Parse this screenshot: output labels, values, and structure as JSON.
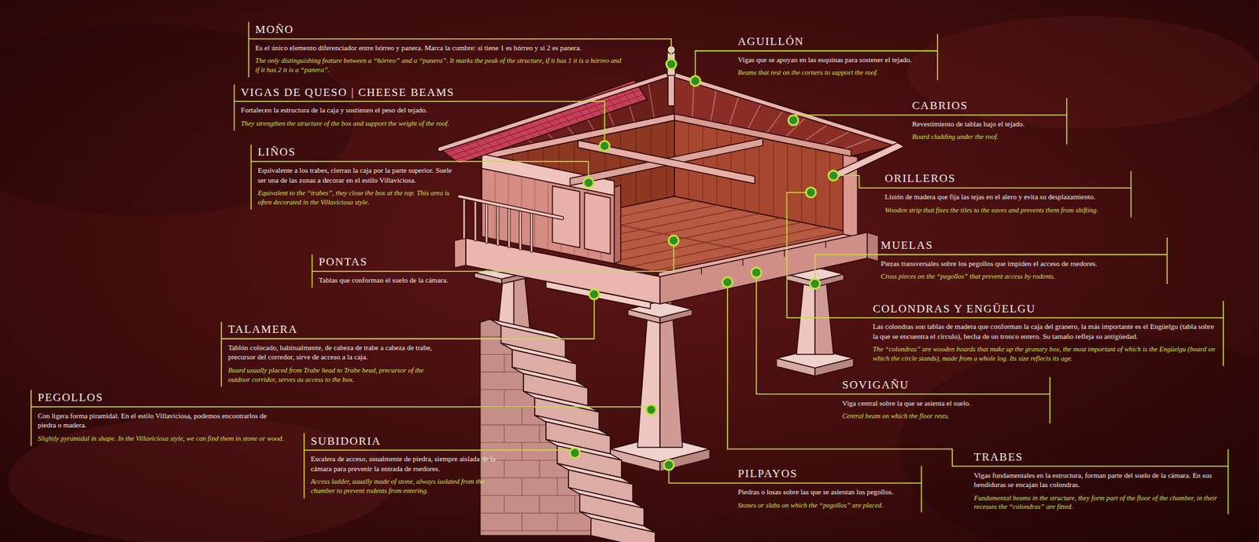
{
  "diagram": {
    "nodes": [
      {
        "text": [
          "MOÑO",
          "Es el único elemento diferenciador entre hórreo y panera. Marca la cumbre: si tiene 1 es hórreo y si 2 es panera.",
          "The only distinguishing feature between a “hórreo” and a “panera”. It marks the peak of the structure, if it has 1 it is a hórreo and if it has 2 it is a “panera”."
        ]
      },
      {
        "text": [
          "AGUILLÓN",
          "Vigas que se apoyan en las esquinas para sostener el tejado.",
          "Beams that rest on the corners to support the roof."
        ]
      },
      {
        "text": [
          "VIGAS DE QUESO | CHEESE BEAMS",
          "Fortalecen la estructura de la caja y sostienen el peso del tejado.",
          "They strengthen the structure of the box and support the weight of the roof."
        ]
      },
      {
        "text": [
          "CABRIOS",
          "Revestimiento de tablas bajo el tejado.",
          "Board cladding under the roof."
        ]
      },
      {
        "text": [
          "LIÑOS",
          "Equivalente a los trabes, cierran la caja por la parte superior. Suele ser una de las zonas a decorar en el estilo Villaviciosa.",
          "Equivalent to the “trabes”, they close the box at the top. This area is often decorated in the Villaviciosa style."
        ]
      },
      {
        "text": [
          "ORILLEROS",
          "Listón de madera que fija las tejas en el alero y evita su desplazamiento.",
          "Wooden strip that fixes the tiles to the eaves and prevents them from shifting."
        ]
      },
      {
        "text": [
          "MUELAS",
          "Piezas transversales sobre los pegollos que impiden el acceso de roedores.",
          "Cross pieces on the “pegollos” that prevent access by rodents."
        ]
      },
      {
        "text": [
          "PONTAS",
          "Tablas que conforman el suelo de la cámara."
        ]
      },
      {
        "text": [
          "COLONDRAS Y ENGÜELGU",
          "Las colondras son tablas de madera que conforman la caja del granero, la más importante es el Engüelgu (tabla sobre la que se encuentra el círculo), hecha de un tronco entero. Su tamaño refleja su antigüedad.",
          "The “colondras” are wooden boards that make up the granary box, the most important of which is the Engüelgu (board on which the circle stands), made from a whole log. Its size reflects its age."
        ]
      },
      {
        "text": [
          "TALAMERA",
          "Tablón colocado, habitualmente, de cabeza de trabe a cabeza de trabe, precursor del corredor, sirve de acceso a la caja.",
          "Board usually placed from Trabe head to Trabe head, precursor of the outdoor corridor, serves as access to the box."
        ]
      },
      {
        "text": [
          "SOVIGAÑU",
          "Viga central sobre la que se asienta el suelo.",
          "Central beam on which the floor rests."
        ]
      },
      {
        "text": [
          "PEGOLLOS",
          "Con ligera forma piramidal. En el estilo Villaviciosa, podemos encontrarlos de piedra o madera.",
          "Slightly pyramidal in shape. In the Villaviciosa style, we can find them in stone or wood."
        ]
      },
      {
        "text": [
          "SUBIDORIA",
          "Escalera de acceso, usualmente de piedra, siempre aislada de la cámara para prevenir la entrada de roedores.",
          "Access ladder, usually made of stone, always isolated from the chamber to prevent rodents from entering."
        ]
      },
      {
        "text": [
          "TRABES",
          "Vigas fundamentales en la estructura, forman parte del suelo de la cámara. En sus hendiduras se encajan las colondras.",
          "Fundamental beams in the structure, they form part of the floor of the chamber, in their recesses the “colondras” are fitted."
        ]
      },
      {
        "text": [
          "PILPAYOS",
          "Piedras o losas sobre las que se asientan los pegollos.",
          "Stones or slabs on which the “pegollos” are placed."
        ]
      }
    ]
  }
}
